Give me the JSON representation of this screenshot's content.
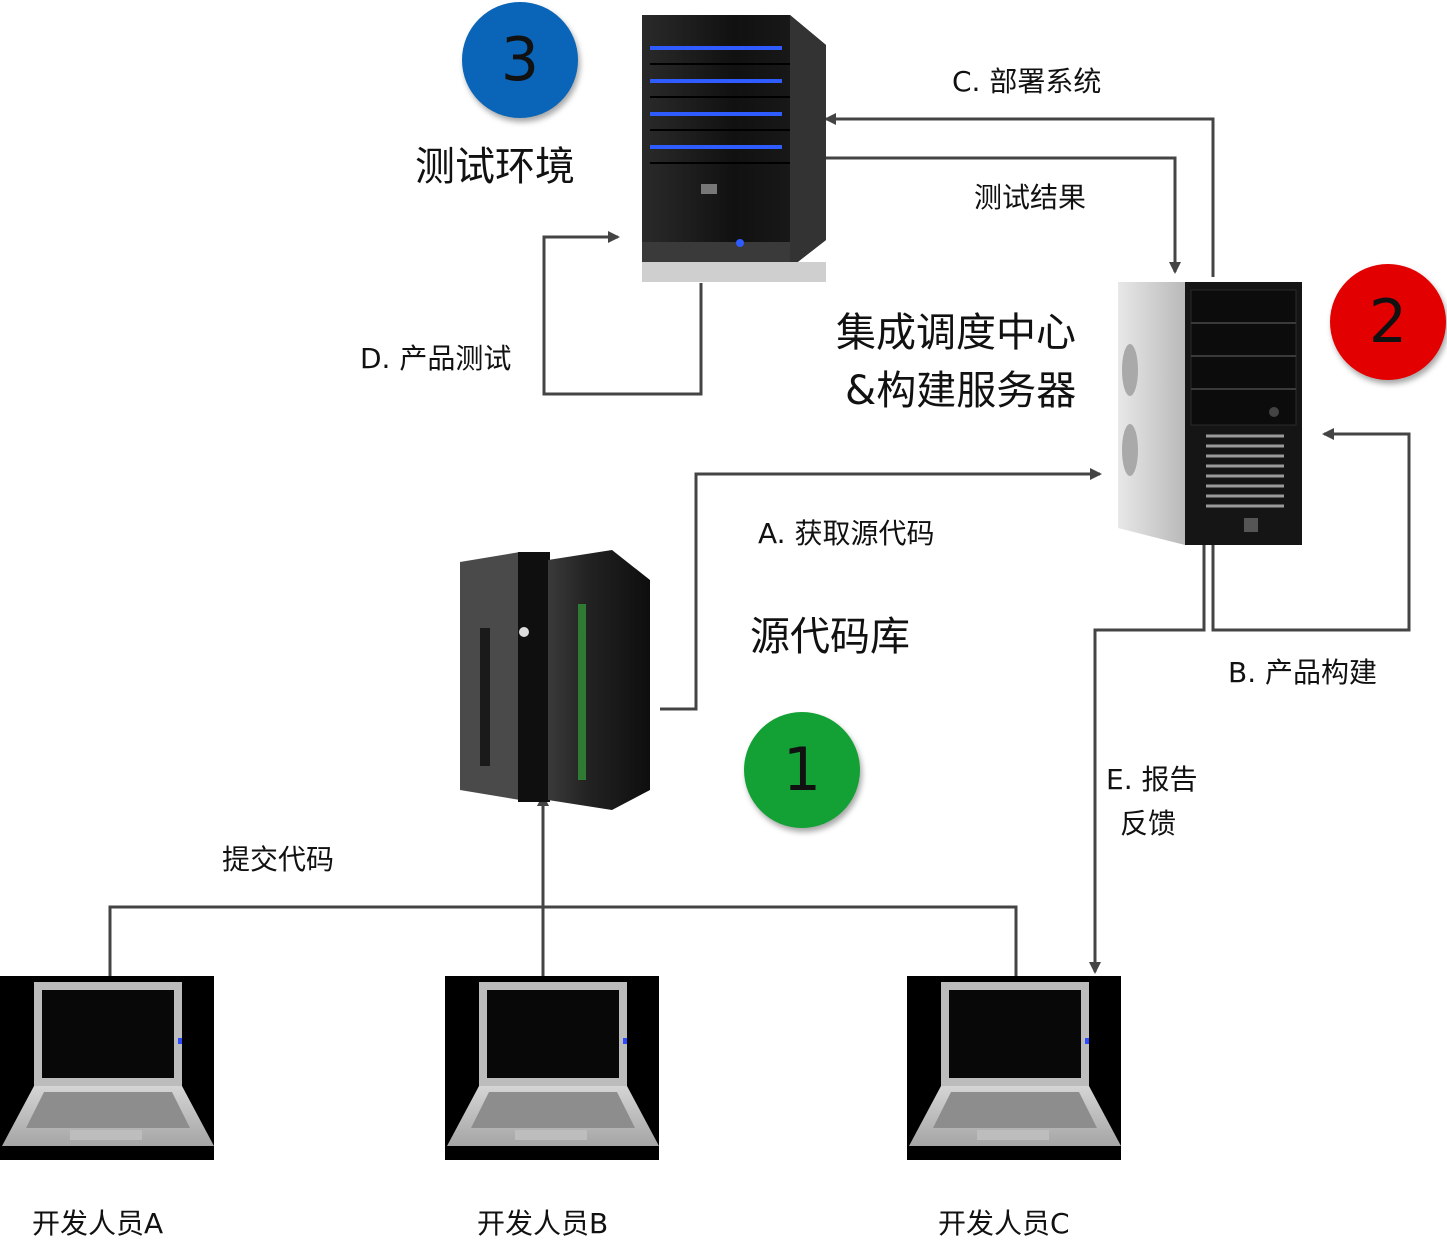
{
  "colors": {
    "badge1": "#13a136",
    "badge2": "#e30000",
    "badge3": "#0a64b8",
    "line": "#444444"
  },
  "nodes": {
    "test_env": {
      "label": "测试环境",
      "badge": "3",
      "icon": "server-tower-icon"
    },
    "ci_server": {
      "label_line1": "集成调度中心",
      "label_line2": "&构建服务器",
      "badge": "2",
      "icon": "pc-tower-icon"
    },
    "repo": {
      "label": "源代码库",
      "badge": "1",
      "icon": "mainframe-server-icon"
    },
    "devs": [
      {
        "label": "开发人员A",
        "icon": "laptop-icon"
      },
      {
        "label": "开发人员B",
        "icon": "laptop-icon"
      },
      {
        "label": "开发人员C",
        "icon": "laptop-icon"
      }
    ]
  },
  "edges": {
    "a": "A. 获取源代码",
    "b": "B. 产品构建",
    "c": "C. 部署系统",
    "test_result": "测试结果",
    "d": "D. 产品测试",
    "e_line1": "E. 报告",
    "e_line2": "反馈",
    "commit": "提交代码"
  }
}
